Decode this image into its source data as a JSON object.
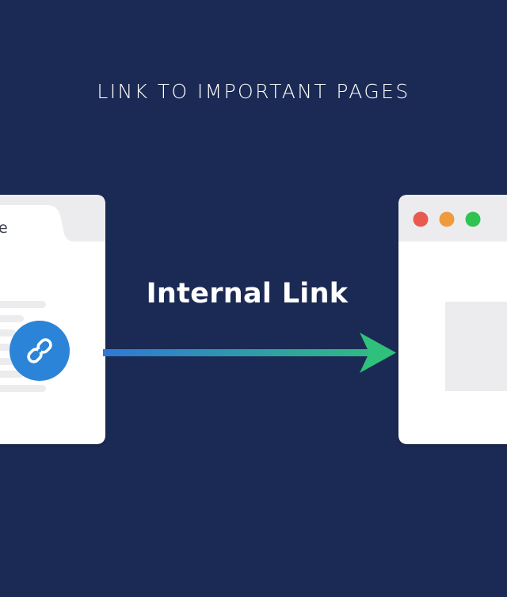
{
  "heading": "LINK TO IMPORTANT PAGES",
  "link_label": "Internal Link",
  "source_page": {
    "title_fragment": "e"
  },
  "colors": {
    "background": "#1b2a54",
    "arrow_start": "#2f78d6",
    "arrow_end": "#2fc07b",
    "link_badge": "#2b84d8",
    "dot_red": "#e85a4f",
    "dot_orange": "#ef9a3d",
    "dot_green": "#2fc44f"
  },
  "icons": {
    "link_badge": "chain-link-icon"
  }
}
